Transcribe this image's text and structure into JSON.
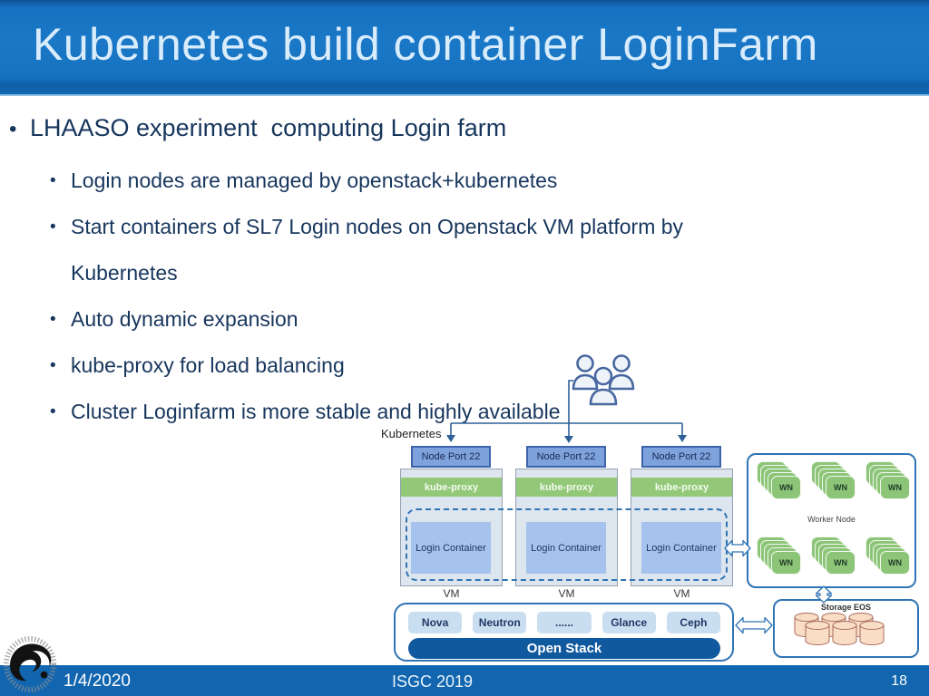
{
  "slide": {
    "title": "Kubernetes build container LoginFarm",
    "footer": {
      "date": "1/4/2020",
      "conference": "ISGC 2019",
      "page": "18"
    }
  },
  "ui": {
    "bullet": "•"
  },
  "bullets": {
    "main": "LHAASO experiment  computing Login farm",
    "sub": [
      "Login nodes are managed by openstack+kubernetes",
      "Start containers of SL7 Login nodes on Openstack VM platform by Kubernetes",
      "Auto dynamic expansion",
      "kube-proxy for load balancing",
      "Cluster Loginfarm is more stable and highly available"
    ]
  },
  "diagram": {
    "kubernetes_label": "Kubernetes",
    "columns": [
      {
        "port": "Node Port 22",
        "proxy": "kube-proxy",
        "container": "Login Container",
        "vm": "VM"
      },
      {
        "port": "Node Port 22",
        "proxy": "kube-proxy",
        "container": "Login Container",
        "vm": "VM"
      },
      {
        "port": "Node Port 22",
        "proxy": "kube-proxy",
        "container": "Login Container",
        "vm": "VM"
      }
    ],
    "worker": {
      "label": "Worker Node",
      "wn": "WN"
    },
    "storage": {
      "label": "Storage EOS"
    },
    "openstack": {
      "services": [
        "Nova",
        "Neutron",
        "......",
        "Glance",
        "Ceph"
      ],
      "platform": "Open Stack"
    }
  },
  "colors": {
    "header_blue": "#1572C1",
    "footer_blue": "#1266B0",
    "title_text": "#D9ECFB",
    "body_text": "#17365D",
    "kube_proxy_green": "#92C878",
    "node_port_blue": "#7EA2DB",
    "login_container_blue": "#A6C3EE",
    "vm_panel_gray": "#DDE5EE",
    "diagram_border_blue": "#2F74B5",
    "openstack_bar_blue": "#11599E",
    "wn_green": "#8CC578",
    "storage_cylinder_tan": "#F9DDC4",
    "connector_blue": "#2E6097"
  }
}
